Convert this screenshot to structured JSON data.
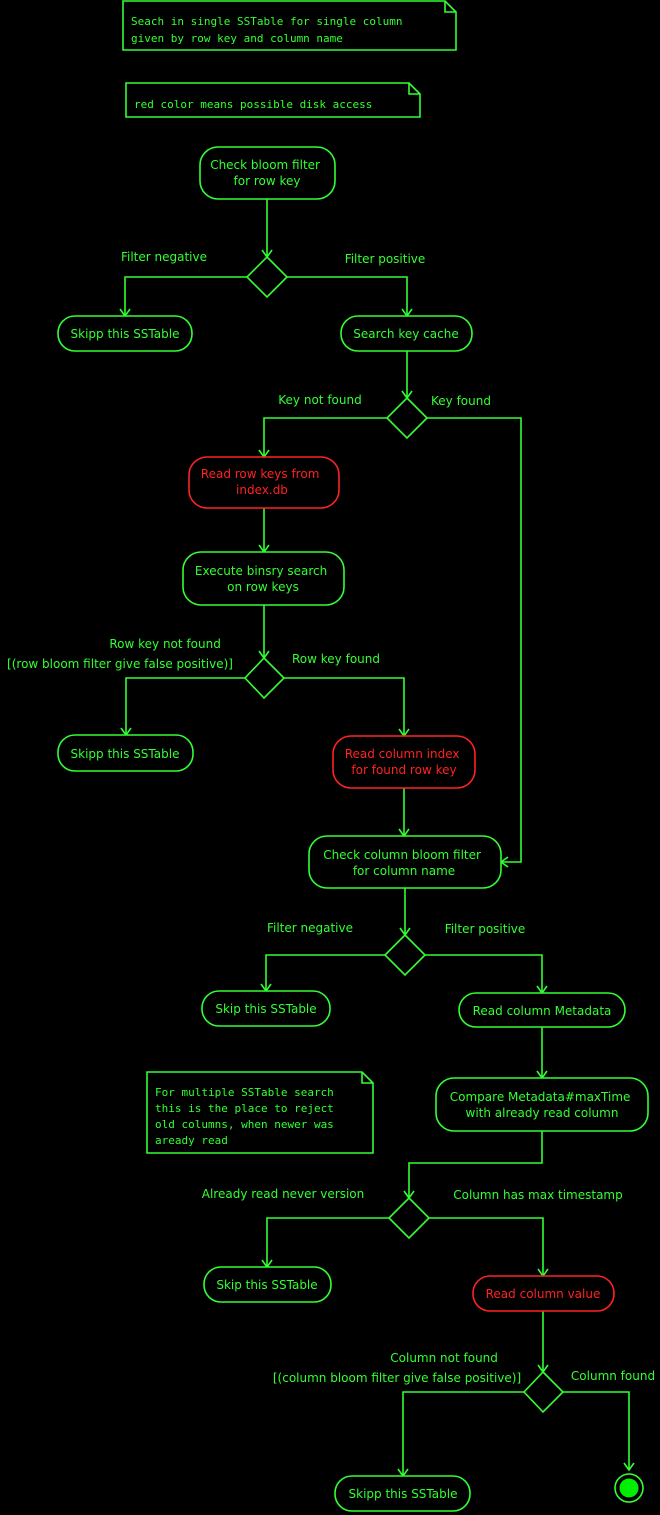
{
  "colors": {
    "background": "#000000",
    "primary": "#33ff33",
    "disk_access": "#ff2222",
    "end_fill": "#00ee00"
  },
  "notes": {
    "search": [
      "Seach in single SSTable for single column",
      "given by row key and column name"
    ],
    "legend": [
      "red color means possible disk access"
    ],
    "multi": [
      "For multiple SSTable search",
      "this is the place to reject",
      "old columns, when newer was",
      "aready read"
    ]
  },
  "nodes": {
    "check_bloom": [
      "Check bloom filter",
      "for row key"
    ],
    "skip1": [
      "Skipp this SSTable"
    ],
    "search_key_cache": [
      "Search key cache"
    ],
    "read_row_keys": [
      "Read row keys from",
      "index.db"
    ],
    "binary_search": [
      "Execute binsry search",
      "on row keys"
    ],
    "skip2": [
      "Skipp this SSTable"
    ],
    "read_column_index": [
      "Read column index",
      "for found row key"
    ],
    "check_column_bloom": [
      "Check column bloom filter",
      "for column name"
    ],
    "skip3": [
      "Skip this SSTable"
    ],
    "read_metadata": [
      "Read column Metadata"
    ],
    "compare_metadata": [
      "Compare Metadata#maxTime",
      "with already read column"
    ],
    "skip4": [
      "Skip this SSTable"
    ],
    "read_value": [
      "Read column value"
    ],
    "skip5": [
      "Skipp this SSTable"
    ]
  },
  "labels": {
    "d1_left": [
      "Filter negative"
    ],
    "d1_right": [
      "Filter positive"
    ],
    "d2_left": [
      "Key not found"
    ],
    "d2_right": [
      "Key found"
    ],
    "d3_left": [
      "Row key not found",
      "[(row bloom filter give false positive)]"
    ],
    "d3_right": [
      "Row key found"
    ],
    "d4_left": [
      "Filter negative"
    ],
    "d4_right": [
      "Filter positive"
    ],
    "d5_left": [
      "Already read never version"
    ],
    "d5_right": [
      "Column has max timestamp"
    ],
    "d6_left": [
      "Column not found",
      "[(column bloom filter give false positive)]"
    ],
    "d6_right": [
      "Column found"
    ]
  }
}
